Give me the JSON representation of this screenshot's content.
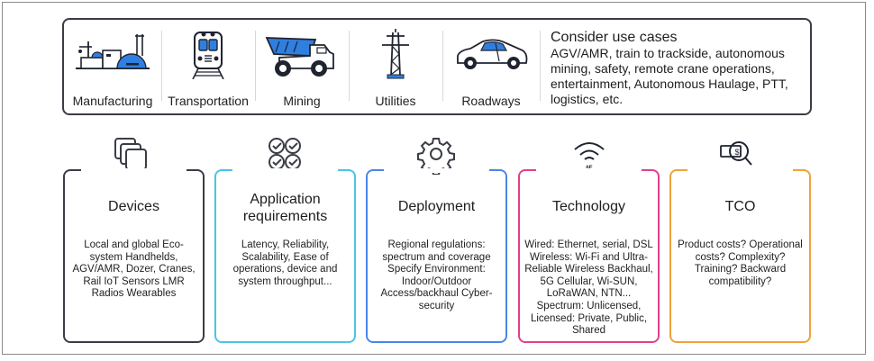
{
  "use_cases": {
    "items": [
      {
        "label": "Manufacturing",
        "icon": "factory-icon"
      },
      {
        "label": "Transportation",
        "icon": "train-icon"
      },
      {
        "label": "Mining",
        "icon": "dump-truck-icon"
      },
      {
        "label": "Utilities",
        "icon": "power-tower-icon"
      },
      {
        "label": "Roadways",
        "icon": "car-icon"
      }
    ],
    "consider_title": "Consider use cases",
    "consider_text": "AGV/AMR, train to trackside, autonomous mining, safety, remote crane operations, entertainment, Autonomous Haulage, PTT, logistics, etc."
  },
  "cards": [
    {
      "title": "Devices",
      "icon": "stacked-squares-icon",
      "color": "#3a3d45",
      "body": "Local and global Eco-system Handhelds, AGV/AMR, Dozer, Cranes, Rail IoT Sensors LMR Radios Wearables"
    },
    {
      "title": "Application requirements",
      "icon": "checklist-icon",
      "color": "#4cc3e8",
      "body": "Latency, Reliability, Scalability, Ease of operations, device and system throughput..."
    },
    {
      "title": "Deployment",
      "icon": "gear-icon",
      "color": "#4a86e8",
      "body": "Regional regulations: spectrum and coverage Specify Environment: Indoor/Outdoor Access/backhaul Cyber-security"
    },
    {
      "title": "Technology",
      "icon": "wifi-6e-icon",
      "color": "#e0418a",
      "body": "Wired: Ethernet, serial, DSL Wireless: Wi-Fi and Ultra-Reliable Wireless Backhaul, 5G Cellular, Wi-SUN, LoRaWAN, NTN... Spectrum: Unlicensed, Licensed: Private, Public, Shared"
    },
    {
      "title": "TCO",
      "icon": "money-search-icon",
      "color": "#f0a23c",
      "body": "Product costs? Operational costs? Complexity? Training? Backward compatibility?"
    }
  ],
  "colors": {
    "accent_blue": "#2f7fe0",
    "dark": "#1f2430"
  }
}
